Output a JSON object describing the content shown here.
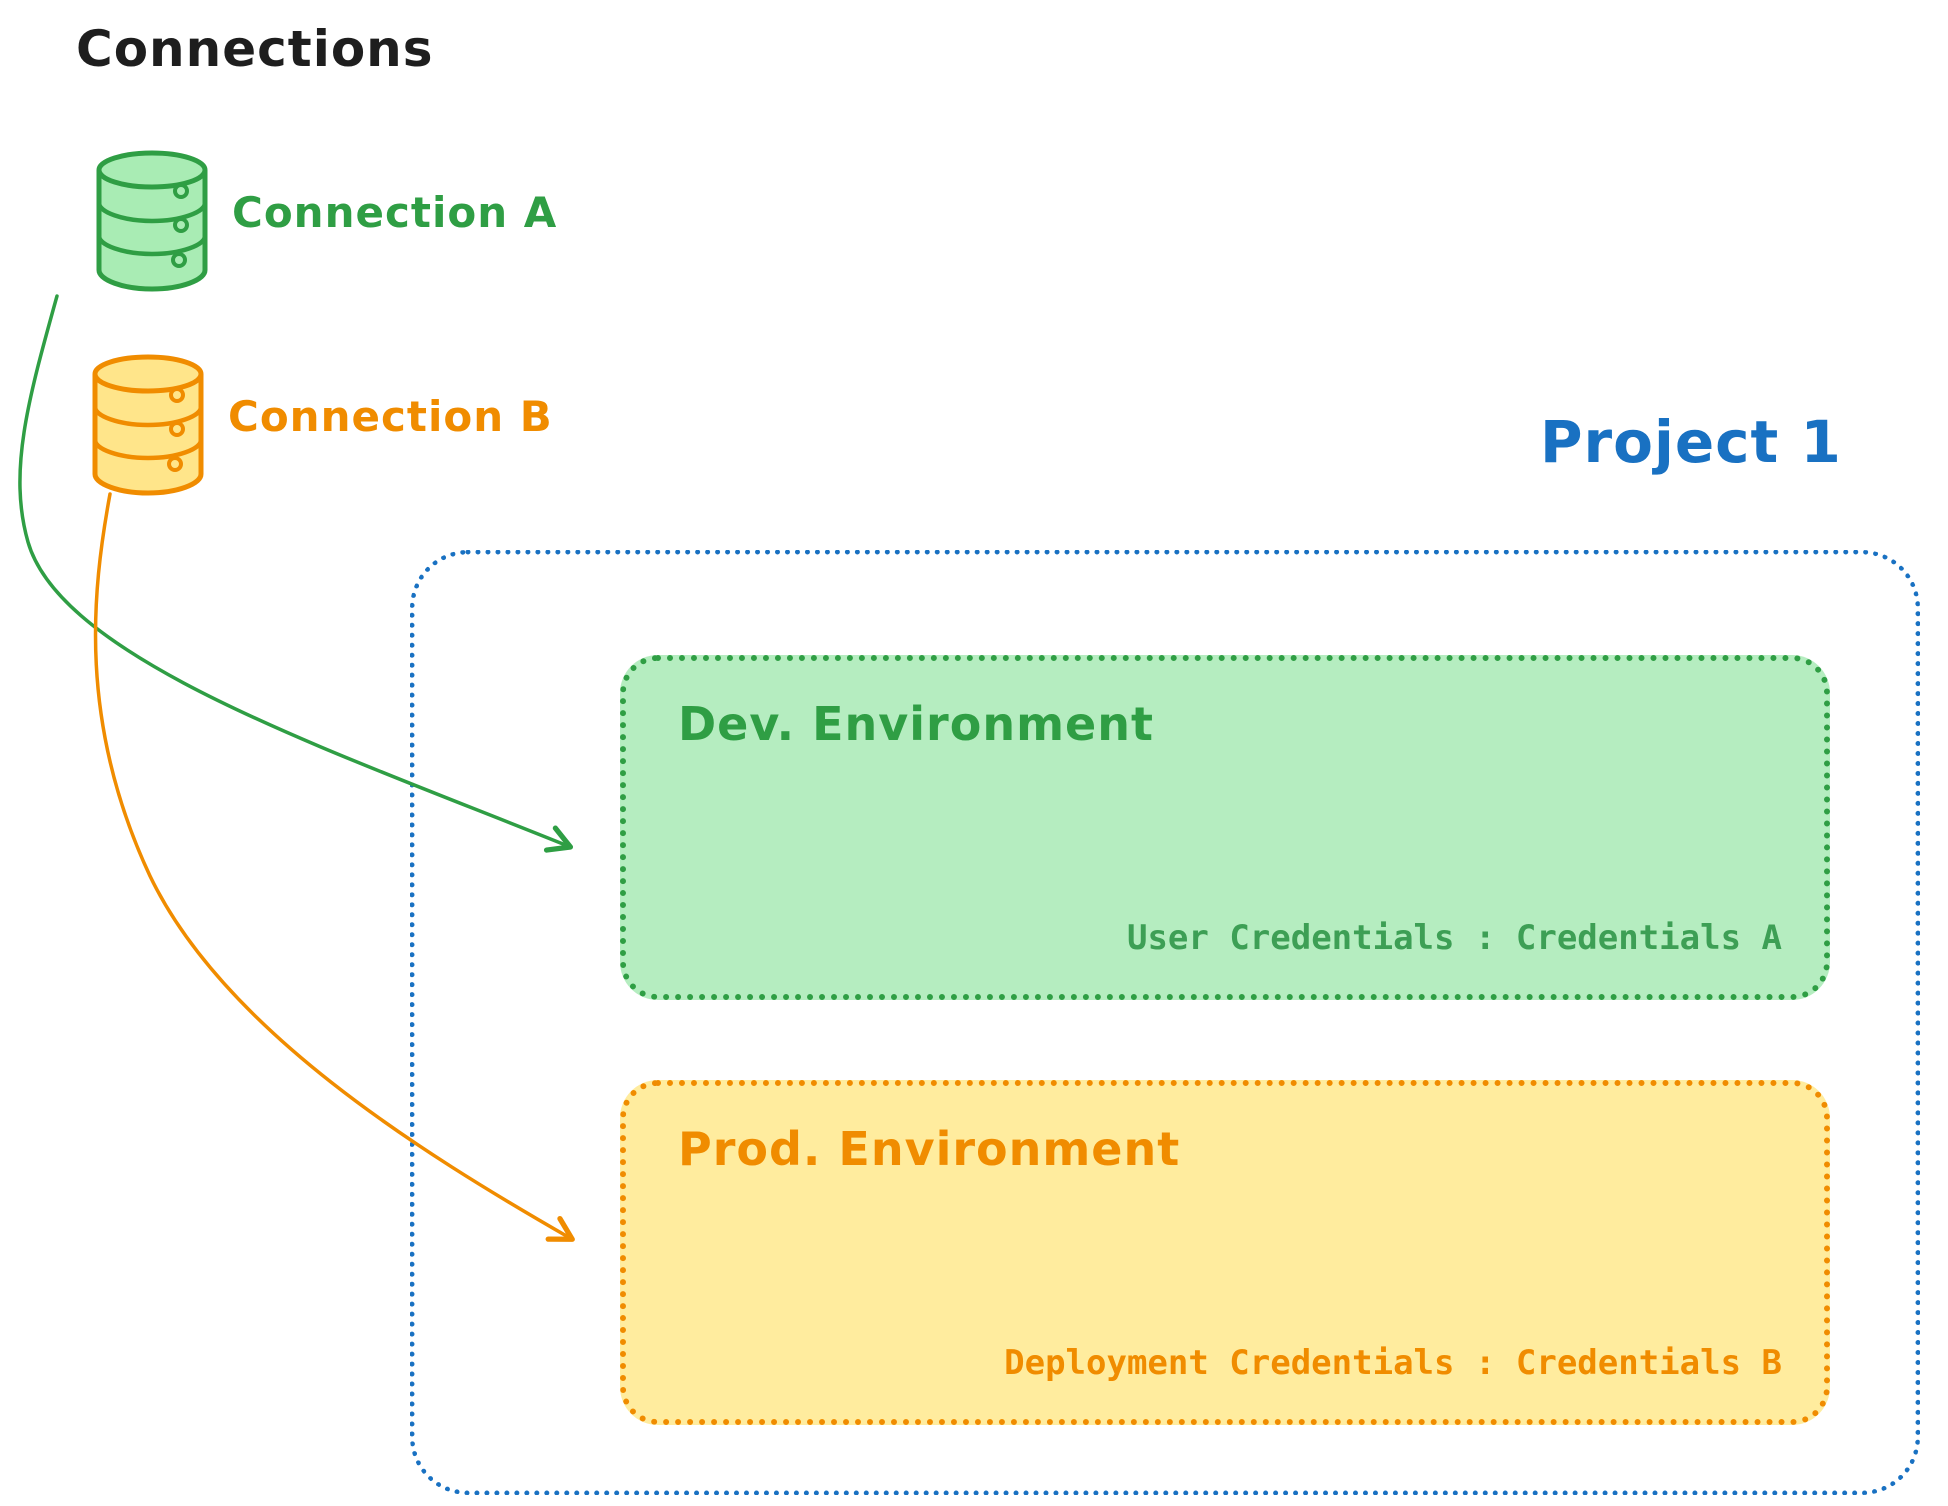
{
  "title": "Connections",
  "colors": {
    "green_stroke": "#2f9e44",
    "green_fill": "#a9ecb4",
    "green_box_fill": "#b5edc0",
    "orange_stroke": "#f08c00",
    "orange_fill": "#ffe58a",
    "orange_box_fill": "#ffec9e",
    "blue": "#1971c2",
    "black": "#1e1e1e"
  },
  "connections": [
    {
      "label": "Connection A",
      "icon": "database-cylinder-green"
    },
    {
      "label": "Connection B",
      "icon": "database-cylinder-orange"
    }
  ],
  "project": {
    "label": "Project 1",
    "environments": [
      {
        "title": "Dev. Environment",
        "credentials": "User Credentials : Credentials A"
      },
      {
        "title": "Prod. Environment",
        "credentials": "Deployment Credentials : Credentials B"
      }
    ]
  },
  "arrows": [
    {
      "name": "connection-a-to-dev-environment",
      "color": "#2f9e44"
    },
    {
      "name": "connection-b-to-prod-environment",
      "color": "#f08c00"
    }
  ]
}
